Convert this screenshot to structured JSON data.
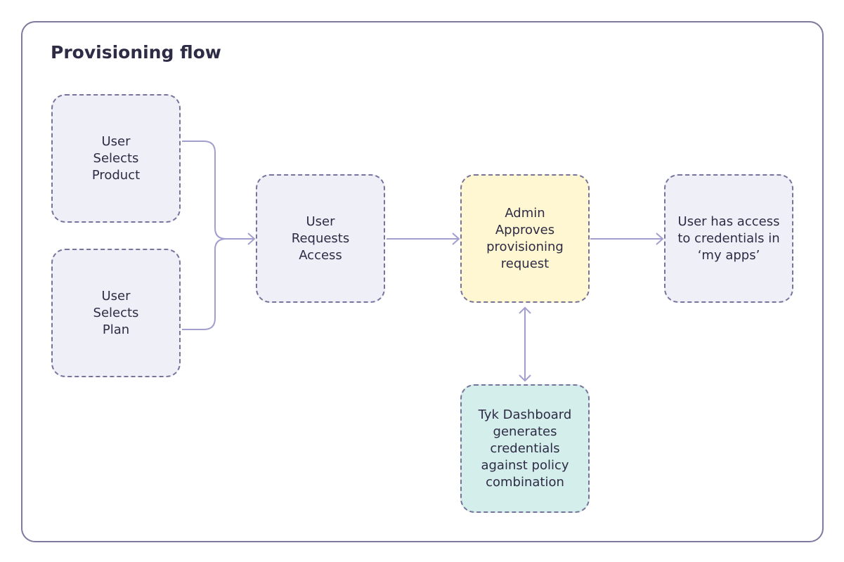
{
  "title": "Provisioning flow",
  "nodes": {
    "select_product": "User Selects Product",
    "select_plan": "User Selects Plan",
    "request_access": "User Requests Access",
    "admin_approves": "Admin Approves provisioning request",
    "user_access": "User has access to credentials in ‘my apps’",
    "dashboard_generates": "Tyk Dashboard generates credentials against policy combination"
  },
  "colors": {
    "box_fill": "#efeff8",
    "box_border": "#77739b",
    "approve_fill": "#fff7d1",
    "dashboard_fill": "#d4eeec",
    "connector": "#a29fcf",
    "text": "#2e2b45"
  }
}
